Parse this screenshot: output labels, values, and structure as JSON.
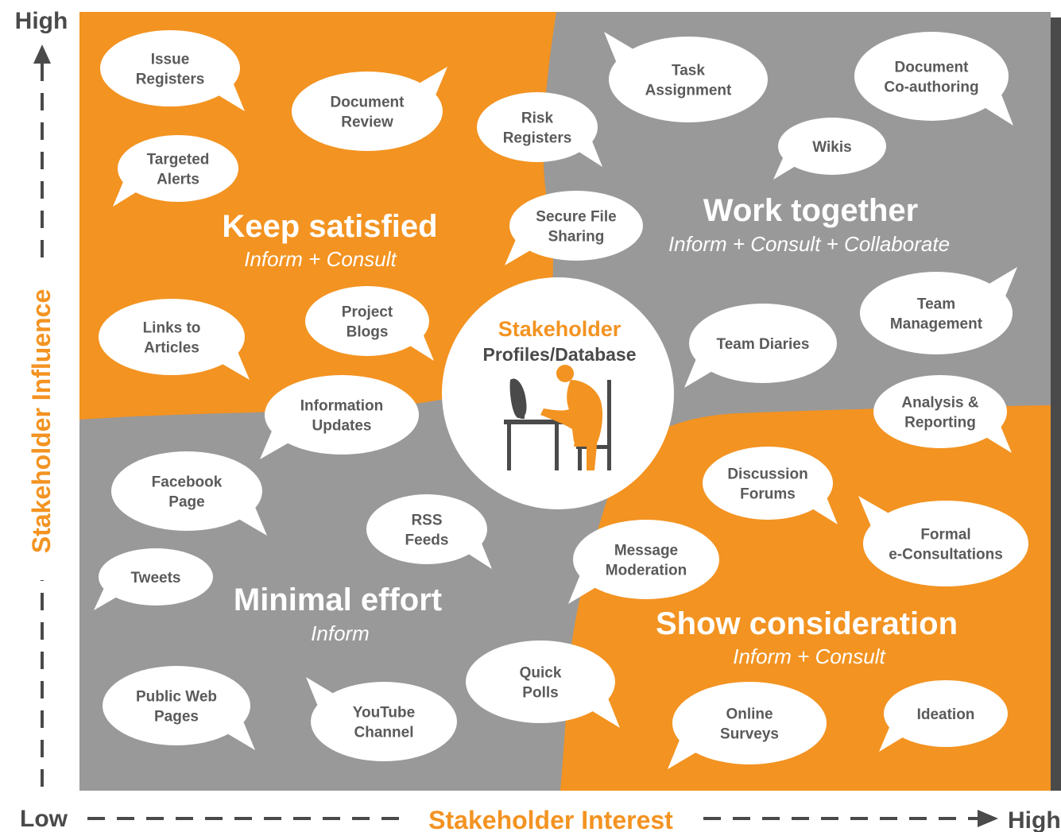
{
  "colors": {
    "orange": "#f39321",
    "gray": "#999999",
    "dark_gray": "#4a4a4a",
    "bubble_text": "#5a5a5a",
    "white": "#ffffff"
  },
  "y_axis": {
    "high": "High",
    "title": "Stakeholder Influence"
  },
  "x_axis": {
    "low": "Low",
    "title": "Stakeholder Interest",
    "high": "High"
  },
  "quadrants": {
    "keep_satisfied": {
      "title": "Keep satisfied",
      "subtitle": "Inform + Consult"
    },
    "work_together": {
      "title": "Work together",
      "subtitle": "Inform + Consult + Collaborate"
    },
    "minimal_effort": {
      "title": "Minimal effort",
      "subtitle": "Inform"
    },
    "show_consideration": {
      "title": "Show consideration",
      "subtitle": "Inform + Consult"
    }
  },
  "center": {
    "title": "Stakeholder",
    "subtitle": "Profiles/Database",
    "icon": "person-at-computer-icon"
  },
  "bubbles": [
    {
      "id": "issue-registers",
      "lines": [
        "Issue",
        "Registers"
      ]
    },
    {
      "id": "document-review",
      "lines": [
        "Document",
        "Review"
      ]
    },
    {
      "id": "targeted-alerts",
      "lines": [
        "Targeted",
        "Alerts"
      ]
    },
    {
      "id": "risk-registers",
      "lines": [
        "Risk",
        "Registers"
      ]
    },
    {
      "id": "task-assignment",
      "lines": [
        "Task",
        "Assignment"
      ]
    },
    {
      "id": "document-co-authoring",
      "lines": [
        "Document",
        "Co-authoring"
      ]
    },
    {
      "id": "wikis",
      "lines": [
        "Wikis"
      ]
    },
    {
      "id": "secure-file-sharing",
      "lines": [
        "Secure File",
        "Sharing"
      ]
    },
    {
      "id": "links-to-articles",
      "lines": [
        "Links to",
        "Articles"
      ]
    },
    {
      "id": "project-blogs",
      "lines": [
        "Project",
        "Blogs"
      ]
    },
    {
      "id": "team-management",
      "lines": [
        "Team",
        "Management"
      ]
    },
    {
      "id": "team-diaries",
      "lines": [
        "Team Diaries"
      ]
    },
    {
      "id": "information-updates",
      "lines": [
        "Information",
        "Updates"
      ]
    },
    {
      "id": "analysis-reporting",
      "lines": [
        "Analysis &",
        "Reporting"
      ]
    },
    {
      "id": "facebook-page",
      "lines": [
        "Facebook",
        "Page"
      ]
    },
    {
      "id": "discussion-forums",
      "lines": [
        "Discussion",
        "Forums"
      ]
    },
    {
      "id": "rss-feeds",
      "lines": [
        "RSS",
        "Feeds"
      ]
    },
    {
      "id": "formal-e-consultations",
      "lines": [
        "Formal",
        "e-Consultations"
      ]
    },
    {
      "id": "tweets",
      "lines": [
        "Tweets"
      ]
    },
    {
      "id": "message-moderation",
      "lines": [
        "Message",
        "Moderation"
      ]
    },
    {
      "id": "quick-polls",
      "lines": [
        "Quick",
        "Polls"
      ]
    },
    {
      "id": "public-web-pages",
      "lines": [
        "Public Web",
        "Pages"
      ]
    },
    {
      "id": "youtube-channel",
      "lines": [
        "YouTube",
        "Channel"
      ]
    },
    {
      "id": "online-surveys",
      "lines": [
        "Online",
        "Surveys"
      ]
    },
    {
      "id": "ideation",
      "lines": [
        "Ideation"
      ]
    }
  ]
}
